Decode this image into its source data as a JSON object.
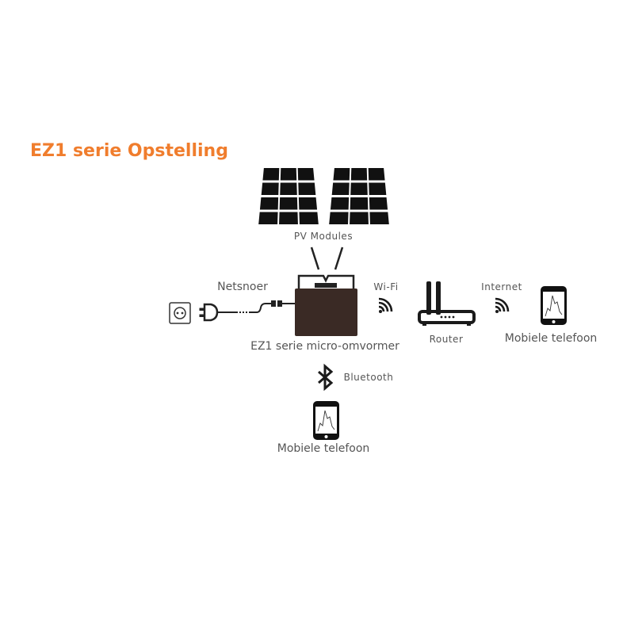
{
  "title": "EZ1 serie Opstelling",
  "labels": {
    "pv_modules": "PV Modules",
    "netsnoer": "Netsnoer",
    "inverter": "EZ1 serie micro-omvormer",
    "wifi": "Wi-Fi",
    "router": "Router",
    "internet": "Internet",
    "phone_right": "Mobiele telefoon",
    "bluetooth": "Bluetooth",
    "phone_bottom": "Mobiele telefoon"
  },
  "colors": {
    "accent": "#f07d2d",
    "inverter": "#3a2a25",
    "icon": "#1a1a1a",
    "text": "#555555"
  }
}
